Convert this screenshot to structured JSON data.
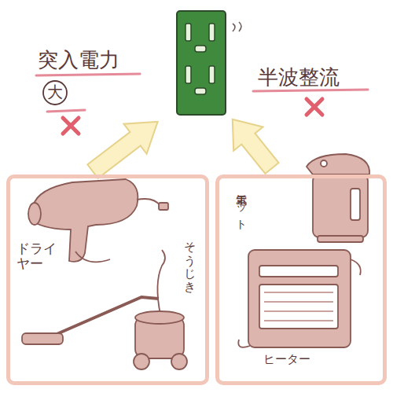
{
  "diagram": {
    "nodes": [
      {
        "text": [
          "ドライヤー",
          "そうじき"
        ]
      },
      {
        "text": [
          "電気ポット",
          "ヒーター"
        ]
      }
    ],
    "labels": [
      "突入電力",
      "大",
      "半波整流"
    ]
  }
}
